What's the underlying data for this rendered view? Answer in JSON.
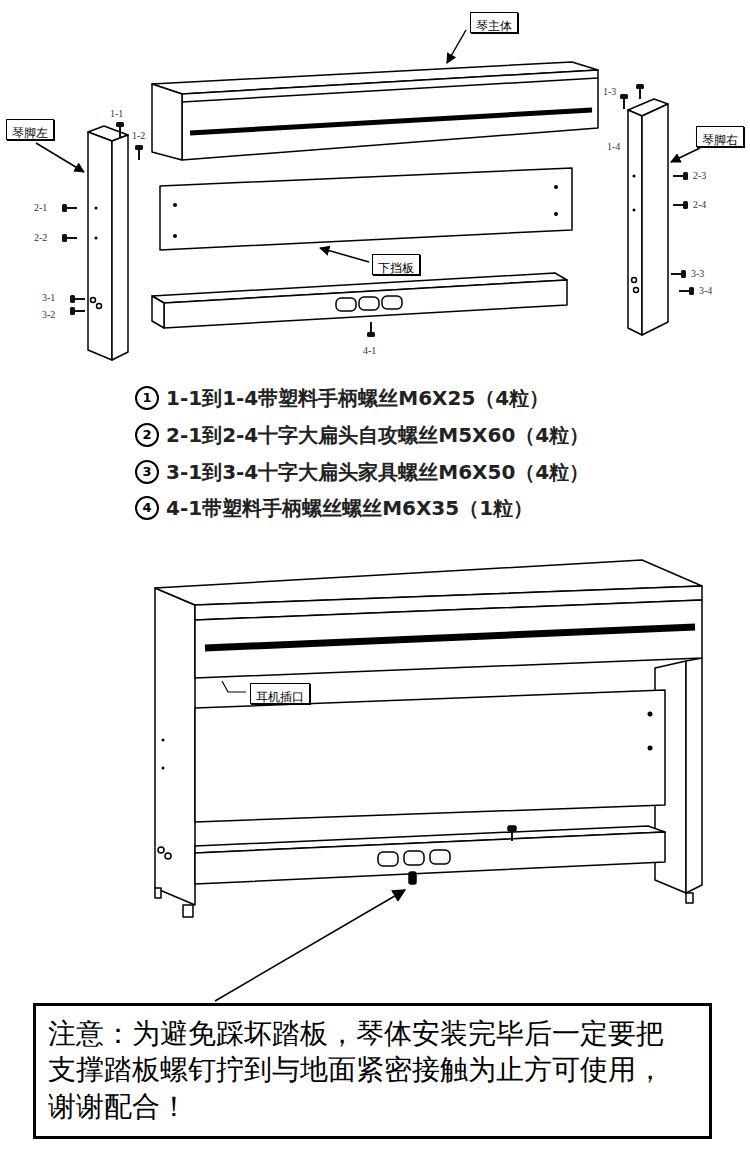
{
  "diagram": {
    "nodes": [
      {
        "text": [
          "琴主体"
        ]
      },
      {
        "text": [
          "琴脚左"
        ]
      },
      {
        "text": [
          "琴脚右"
        ]
      },
      {
        "text": [
          "下挡板"
        ]
      },
      {
        "text": [
          "1"
        ]
      },
      {
        "text": [
          "2"
        ]
      },
      {
        "text": [
          "3"
        ]
      },
      {
        "text": [
          "4"
        ]
      },
      {
        "text": [
          "耳机插口"
        ]
      },
      {
        "text": [
          "注意：为避免踩坏踏板，琴体安装完毕后一定要把 支撑踏板螺钉拧到与地面紧密接触为止方可使用， 谢谢配合！"
        ]
      }
    ],
    "labels": [
      "1-1",
      "1-2",
      "1-3",
      "1-4",
      "2-1",
      "2-2",
      "2-3",
      "2-4",
      "3-1",
      "3-2",
      "3-3",
      "3-4",
      "4-1",
      "1-1到1-4带塑料手柄螺丝M6X25（4粒）",
      "2-1到2-4十字大扁头自攻螺丝M5X60（4粒）",
      "3-1到3-4十字大扁头家具螺丝M6X50（4粒）",
      "4-1带塑料手柄螺丝螺丝M6X35（1粒）"
    ]
  }
}
